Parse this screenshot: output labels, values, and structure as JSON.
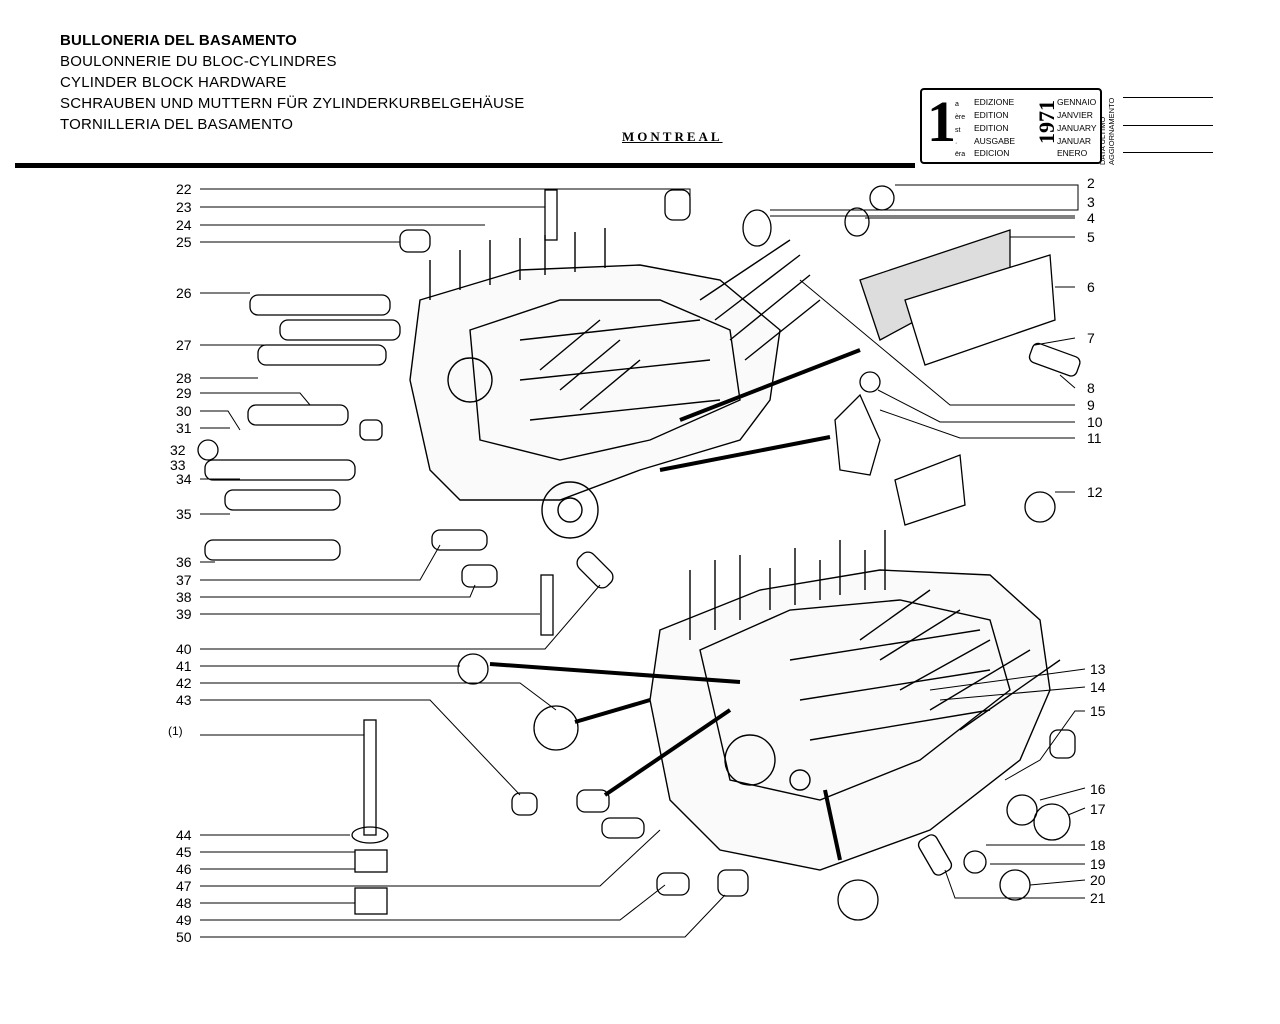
{
  "titles": {
    "it": "BULLONERIA DEL BASAMENTO",
    "fr": "BOULONNERIE DU BLOC-CYLINDRES",
    "en": "CYLINDER BLOCK HARDWARE",
    "de": "SCHRAUBEN UND MUTTERN FÜR ZYLINDERKURBELGEHÄUSE",
    "es": "TORNILLERIA DEL BASAMENTO"
  },
  "model": "MONTREAL",
  "edition": {
    "number": "1",
    "suffixes": [
      "a",
      "ère",
      "st",
      "·",
      "ëra"
    ],
    "labels": [
      "EDIZIONE",
      "EDITION",
      "EDITION",
      "AUSGABE",
      "EDICION"
    ],
    "months": [
      "GENNAIO",
      "JANVIER",
      "JANUARY",
      "JANUAR",
      "ENERO"
    ],
    "year": "1971"
  },
  "last_update": {
    "line1": "DATA ULTIMO",
    "line2": "AGGIORNAMENTO"
  },
  "callouts_left": [
    "22",
    "23",
    "24",
    "25",
    "26",
    "27",
    "28",
    "29",
    "30",
    "31",
    "32",
    "33",
    "34",
    "35",
    "36",
    "37",
    "38",
    "39",
    "40",
    "41",
    "42",
    "43",
    "(1)",
    "44",
    "45",
    "46",
    "47",
    "48",
    "49",
    "50"
  ],
  "callouts_right": [
    "2",
    "3",
    "4",
    "5",
    "6",
    "7",
    "8",
    "9",
    "10",
    "11",
    "12",
    "13",
    "14",
    "15",
    "16",
    "17",
    "18",
    "19",
    "20",
    "21"
  ]
}
